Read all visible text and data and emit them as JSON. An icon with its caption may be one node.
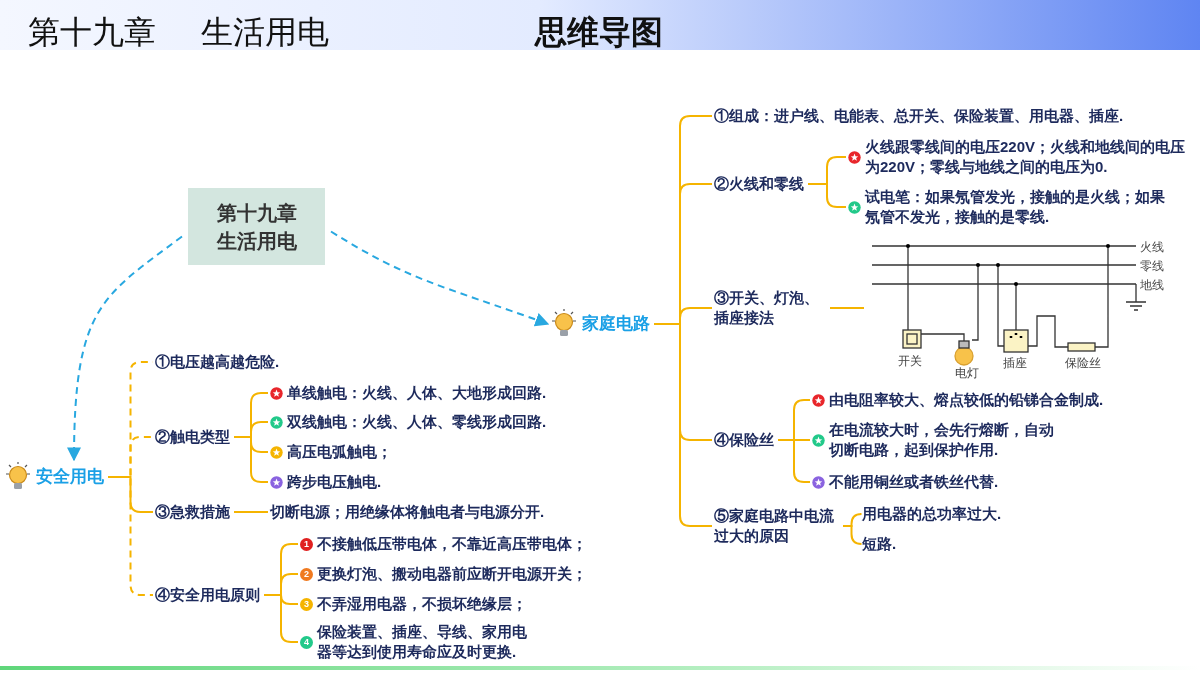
{
  "diagram": {
    "title": "第十九章 生活用电",
    "nodes": [
      {
        "text": [
          "第十九章生活用电"
        ]
      },
      {
        "text": [
          "家庭电路"
        ]
      },
      {
        "text": [
          "①组成：进户线、电能表、总开关、保险装置、用电器、插座."
        ]
      },
      {
        "text": [
          "②火线和零线"
        ]
      },
      {
        "text": [
          "火线跟零线间的电压220V；火线和地线间的电压为220V；零线与地线之间的电压为0."
        ]
      },
      {
        "text": [
          "试电笔：如果氖管发光，接触的是火线；如果氖管不发光，接触的是零线."
        ]
      },
      {
        "text": [
          "③开关、灯泡、插座接法"
        ]
      },
      {
        "text": [],
        "shape": "picture"
      },
      {
        "text": [
          "④保险丝"
        ]
      },
      {
        "text": [
          "由电阻率较大、熔点较低的铅锑合金制成."
        ]
      },
      {
        "text": [
          "在电流较大时，会先行熔断，自动切断电路，起到保护作用."
        ]
      },
      {
        "text": [
          "不能用铜丝或者铁丝代替."
        ]
      },
      {
        "text": [
          "⑤家庭电路中电流过大的原因"
        ]
      },
      {
        "text": [
          "用电器的总功率过大."
        ]
      },
      {
        "text": [
          "短路."
        ]
      },
      {
        "text": [
          "安全用电"
        ]
      },
      {
        "text": [
          "①电压越高越危险."
        ]
      },
      {
        "text": [
          "②触电类型"
        ]
      },
      {
        "text": [
          "单线触电：火线、人体、大地形成回路."
        ]
      },
      {
        "text": [
          "双线触电：火线、人体、零线形成回路."
        ]
      },
      {
        "text": [
          "高压电弧触电；"
        ]
      },
      {
        "text": [
          "跨步电压触电."
        ]
      },
      {
        "text": [
          "③急救措施"
        ]
      },
      {
        "text": [
          "切断电源；用绝缘体将触电者与电源分开."
        ]
      },
      {
        "text": [
          "④安全用电原则"
        ]
      },
      {
        "text": [
          "1",
          "不接触低压带电体，不靠近高压带电体；"
        ]
      },
      {
        "text": [
          "2",
          "更换灯泡、搬动电器前应断开电源开关；"
        ]
      },
      {
        "text": [
          "3",
          "不弄湿用电器，不损坏绝缘层；"
        ]
      },
      {
        "text": [
          "4",
          "保险装置、插座、导线、家用电器等达到使用寿命应及时更换."
        ]
      }
    ],
    "edges": [
      {
        "from": 0,
        "to": 1,
        "arrow": "to",
        "style": "dashed",
        "color": "#29a8e0"
      },
      {
        "from": 0,
        "to": 15,
        "arrow": "to",
        "style": "dashed",
        "color": "#29a8e0"
      },
      {
        "from": 1,
        "to": 2,
        "arrow": "none"
      },
      {
        "from": 1,
        "to": 3,
        "arrow": "none"
      },
      {
        "from": 1,
        "to": 6,
        "arrow": "none"
      },
      {
        "from": 1,
        "to": 8,
        "arrow": "none"
      },
      {
        "from": 1,
        "to": 12,
        "arrow": "none"
      },
      {
        "from": 3,
        "to": 4,
        "arrow": "none"
      },
      {
        "from": 3,
        "to": 5,
        "arrow": "none"
      },
      {
        "from": 6,
        "to": 7,
        "arrow": "none"
      },
      {
        "from": 8,
        "to": 9,
        "arrow": "none"
      },
      {
        "from": 8,
        "to": 10,
        "arrow": "none"
      },
      {
        "from": 8,
        "to": 11,
        "arrow": "none"
      },
      {
        "from": 12,
        "to": 13,
        "arrow": "none"
      },
      {
        "from": 12,
        "to": 14,
        "arrow": "none"
      },
      {
        "from": 15,
        "to": 16,
        "arrow": "none",
        "style": "dashed"
      },
      {
        "from": 15,
        "to": 17,
        "arrow": "none",
        "style": "dashed"
      },
      {
        "from": 15,
        "to": 22,
        "arrow": "none"
      },
      {
        "from": 15,
        "to": 24,
        "arrow": "none",
        "style": "dashed"
      },
      {
        "from": 17,
        "to": 18,
        "arrow": "none"
      },
      {
        "from": 17,
        "to": 19,
        "arrow": "none"
      },
      {
        "from": 17,
        "to": 20,
        "arrow": "none"
      },
      {
        "from": 17,
        "to": 21,
        "arrow": "none"
      },
      {
        "from": 22,
        "to": 23,
        "arrow": "none"
      },
      {
        "from": 24,
        "to": 25,
        "arrow": "none"
      },
      {
        "from": 24,
        "to": 26,
        "arrow": "none"
      },
      {
        "from": 24,
        "to": 27,
        "arrow": "none"
      },
      {
        "from": 24,
        "to": 28,
        "arrow": "none"
      }
    ],
    "labels": [
      "思维导图",
      "火线",
      "零线",
      "地线",
      "开关",
      "电灯",
      "插座",
      "保险丝"
    ]
  }
}
